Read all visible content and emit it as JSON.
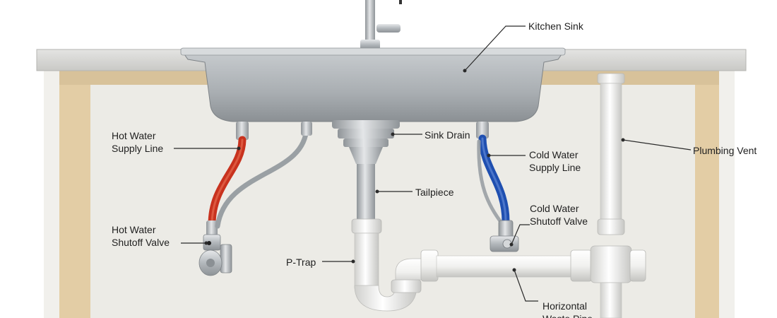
{
  "labels": {
    "kitchen_sink": "Kitchen Sink",
    "sink_drain": "Sink Drain",
    "tailpiece": "Tailpiece",
    "p_trap": "P-Trap",
    "plumbing_vent": "Plumbing Vent",
    "hot_supply": {
      "line1": "Hot Water",
      "line2": "Supply Line"
    },
    "hot_shutoff": {
      "line1": "Hot Water",
      "line2": "Shutoff Valve"
    },
    "cold_supply": {
      "line1": "Cold Water",
      "line2": "Supply Line"
    },
    "cold_shutoff": {
      "line1": "Cold Water",
      "line2": "Shutoff Valve"
    },
    "waste_pipe": {
      "line1": "Horizontal",
      "line2": "Waste Pipe"
    }
  },
  "colors": {
    "hot_line": "#c8321e",
    "cold_line": "#1f4fb0",
    "countertop": "#d9d9d7",
    "cabinet_wood": "#e3cda5",
    "back_wall": "#ecebe6",
    "pvc": "#f2f2f0",
    "steel": "#b8bcbf"
  }
}
